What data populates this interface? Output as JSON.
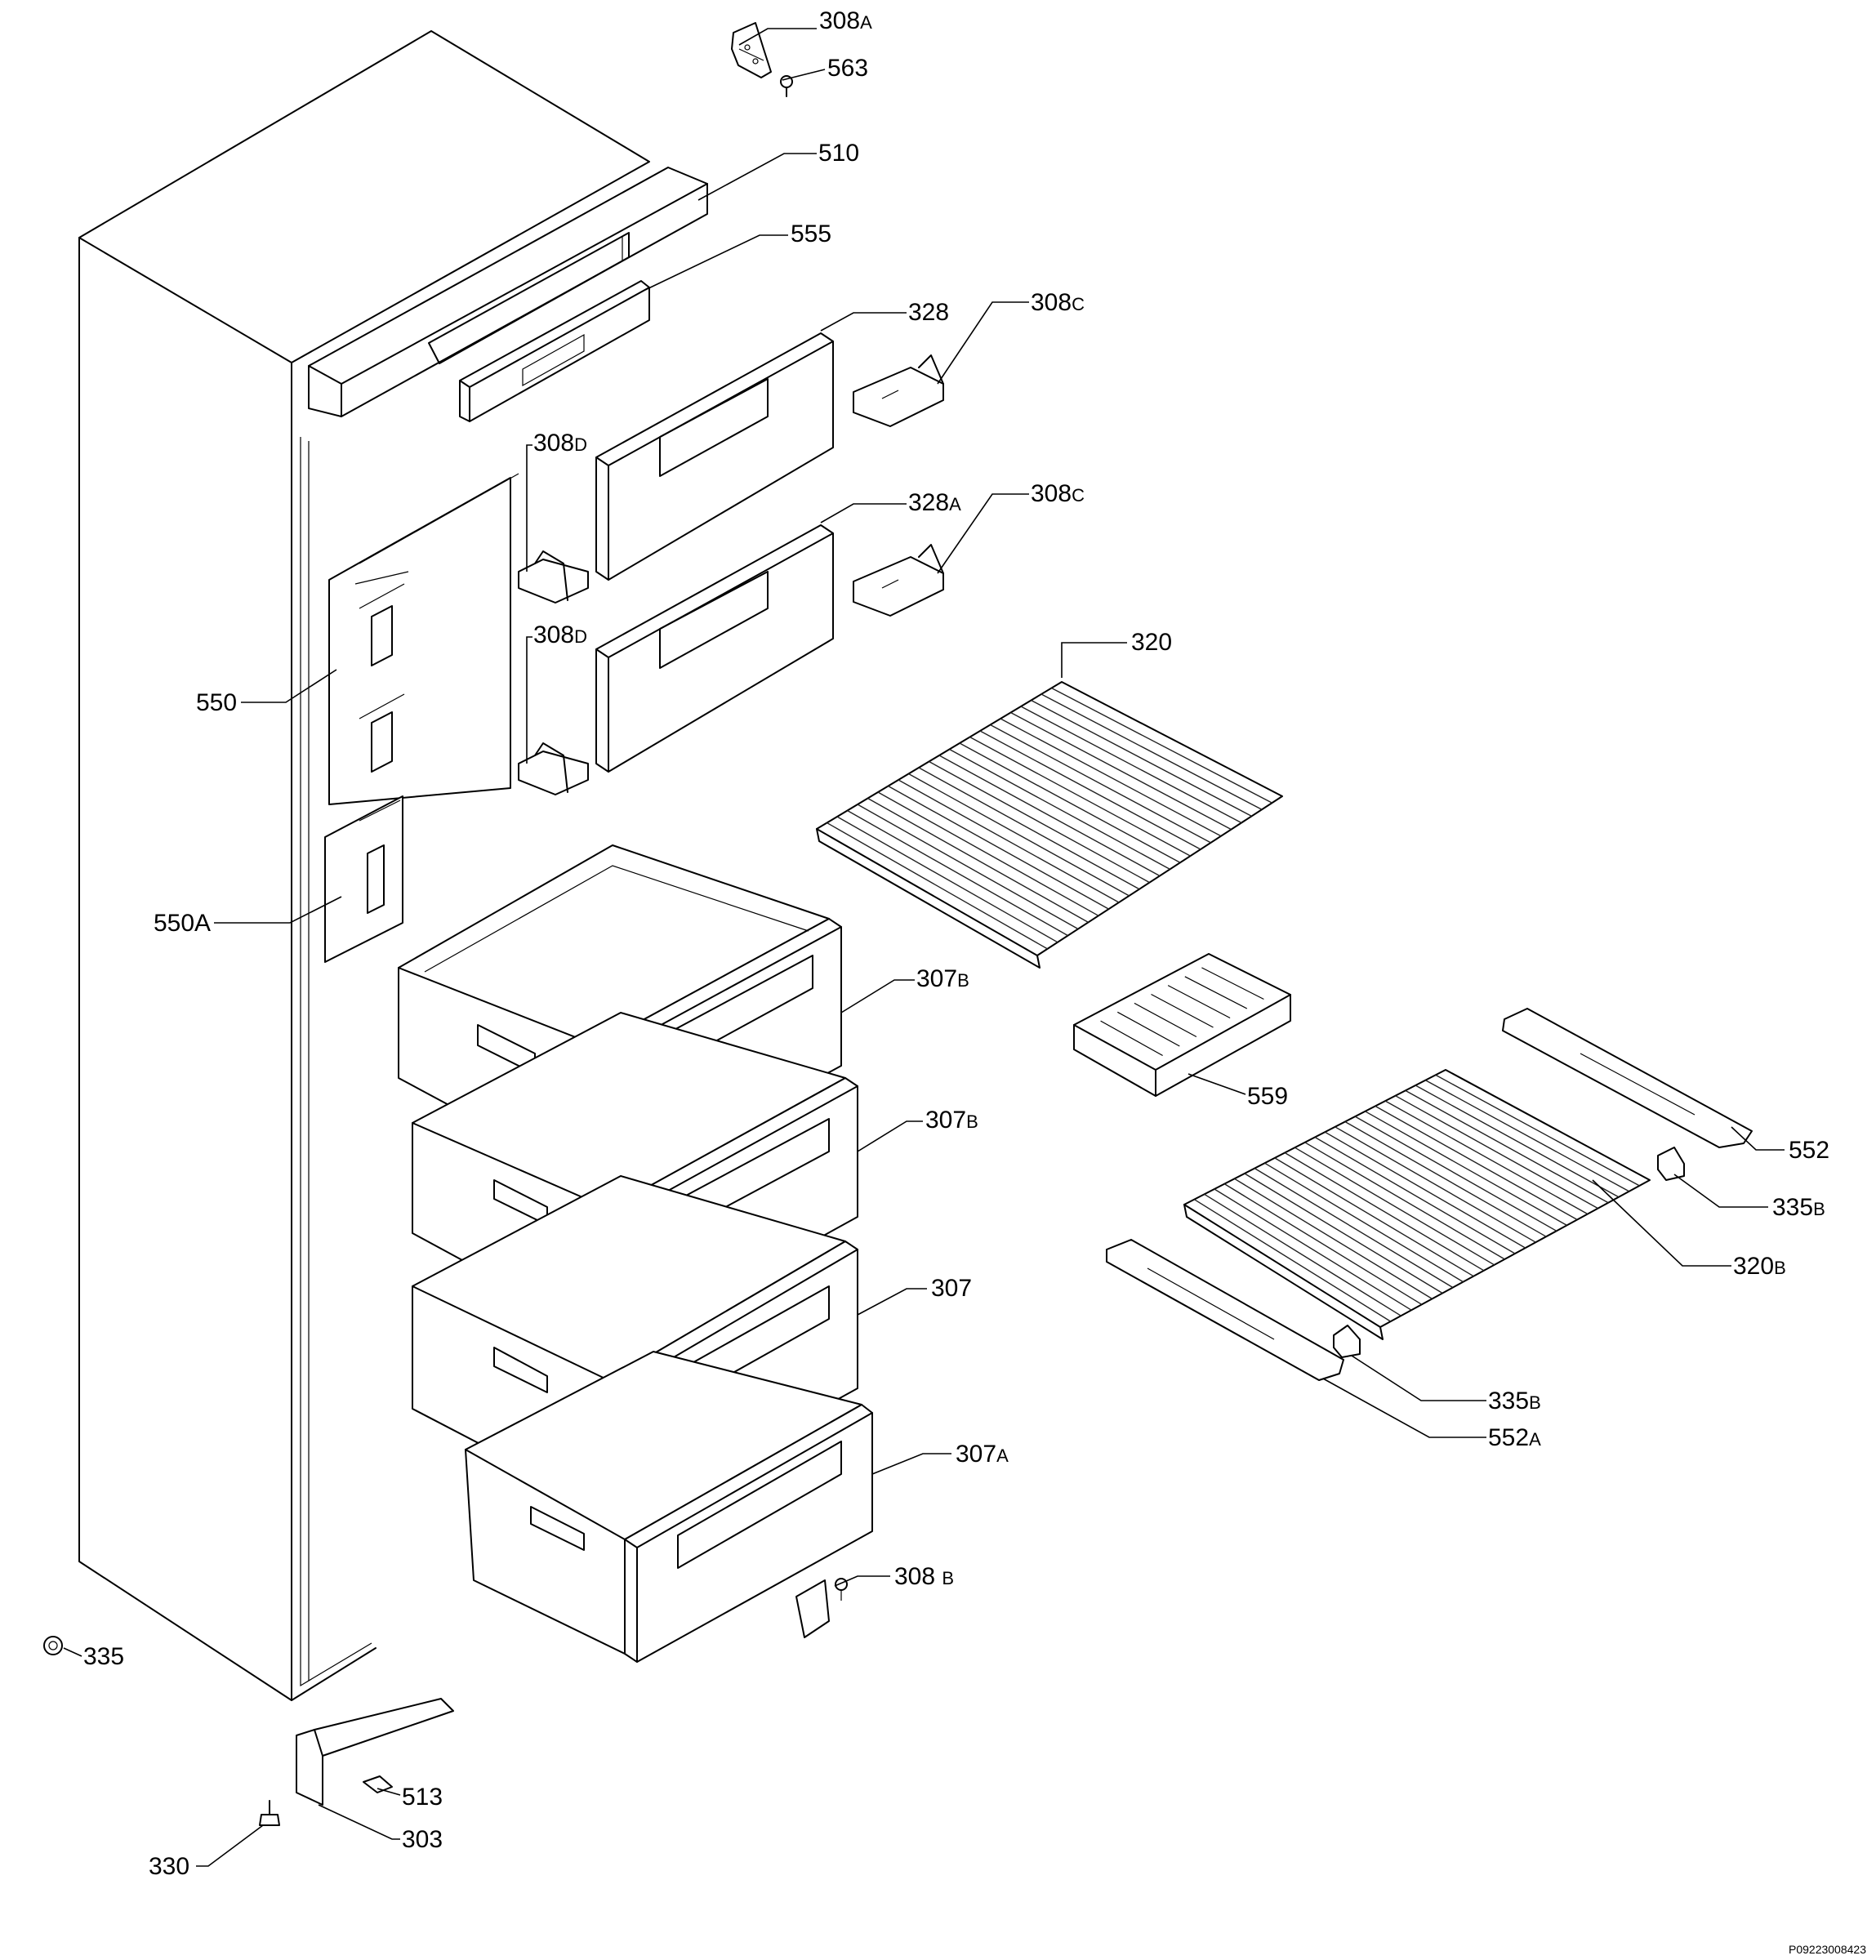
{
  "diagram": {
    "reference_code": "P09223008423",
    "labels": [
      {
        "id": "308A",
        "num": "308",
        "suffix": "A"
      },
      {
        "id": "563",
        "num": "563",
        "suffix": ""
      },
      {
        "id": "510",
        "num": "510",
        "suffix": ""
      },
      {
        "id": "555",
        "num": "555",
        "suffix": ""
      },
      {
        "id": "328",
        "num": "328",
        "suffix": ""
      },
      {
        "id": "308C-top",
        "num": "308",
        "suffix": "C"
      },
      {
        "id": "308D-top",
        "num": "308",
        "suffix": "D"
      },
      {
        "id": "328A",
        "num": "328",
        "suffix": "A"
      },
      {
        "id": "308C-mid",
        "num": "308",
        "suffix": "C"
      },
      {
        "id": "308D-mid",
        "num": "308",
        "suffix": "D"
      },
      {
        "id": "320",
        "num": "320",
        "suffix": ""
      },
      {
        "id": "550",
        "num": "550",
        "suffix": ""
      },
      {
        "id": "550A",
        "num": "550A",
        "suffix": ""
      },
      {
        "id": "307B-top",
        "num": "307",
        "suffix": "B"
      },
      {
        "id": "307B-mid",
        "num": "307",
        "suffix": "B"
      },
      {
        "id": "307",
        "num": "307",
        "suffix": ""
      },
      {
        "id": "307A",
        "num": "307",
        "suffix": "A"
      },
      {
        "id": "559",
        "num": "559",
        "suffix": ""
      },
      {
        "id": "552",
        "num": "552",
        "suffix": ""
      },
      {
        "id": "335B-right",
        "num": "335",
        "suffix": "B"
      },
      {
        "id": "320B",
        "num": "320",
        "suffix": "B"
      },
      {
        "id": "335B-left",
        "num": "335",
        "suffix": "B"
      },
      {
        "id": "552A",
        "num": "552",
        "suffix": "A"
      },
      {
        "id": "308B",
        "num": "308 ",
        "suffix": "B"
      },
      {
        "id": "335",
        "num": "335",
        "suffix": ""
      },
      {
        "id": "513",
        "num": "513",
        "suffix": ""
      },
      {
        "id": "303",
        "num": "303",
        "suffix": ""
      },
      {
        "id": "330",
        "num": "330",
        "suffix": ""
      }
    ]
  }
}
